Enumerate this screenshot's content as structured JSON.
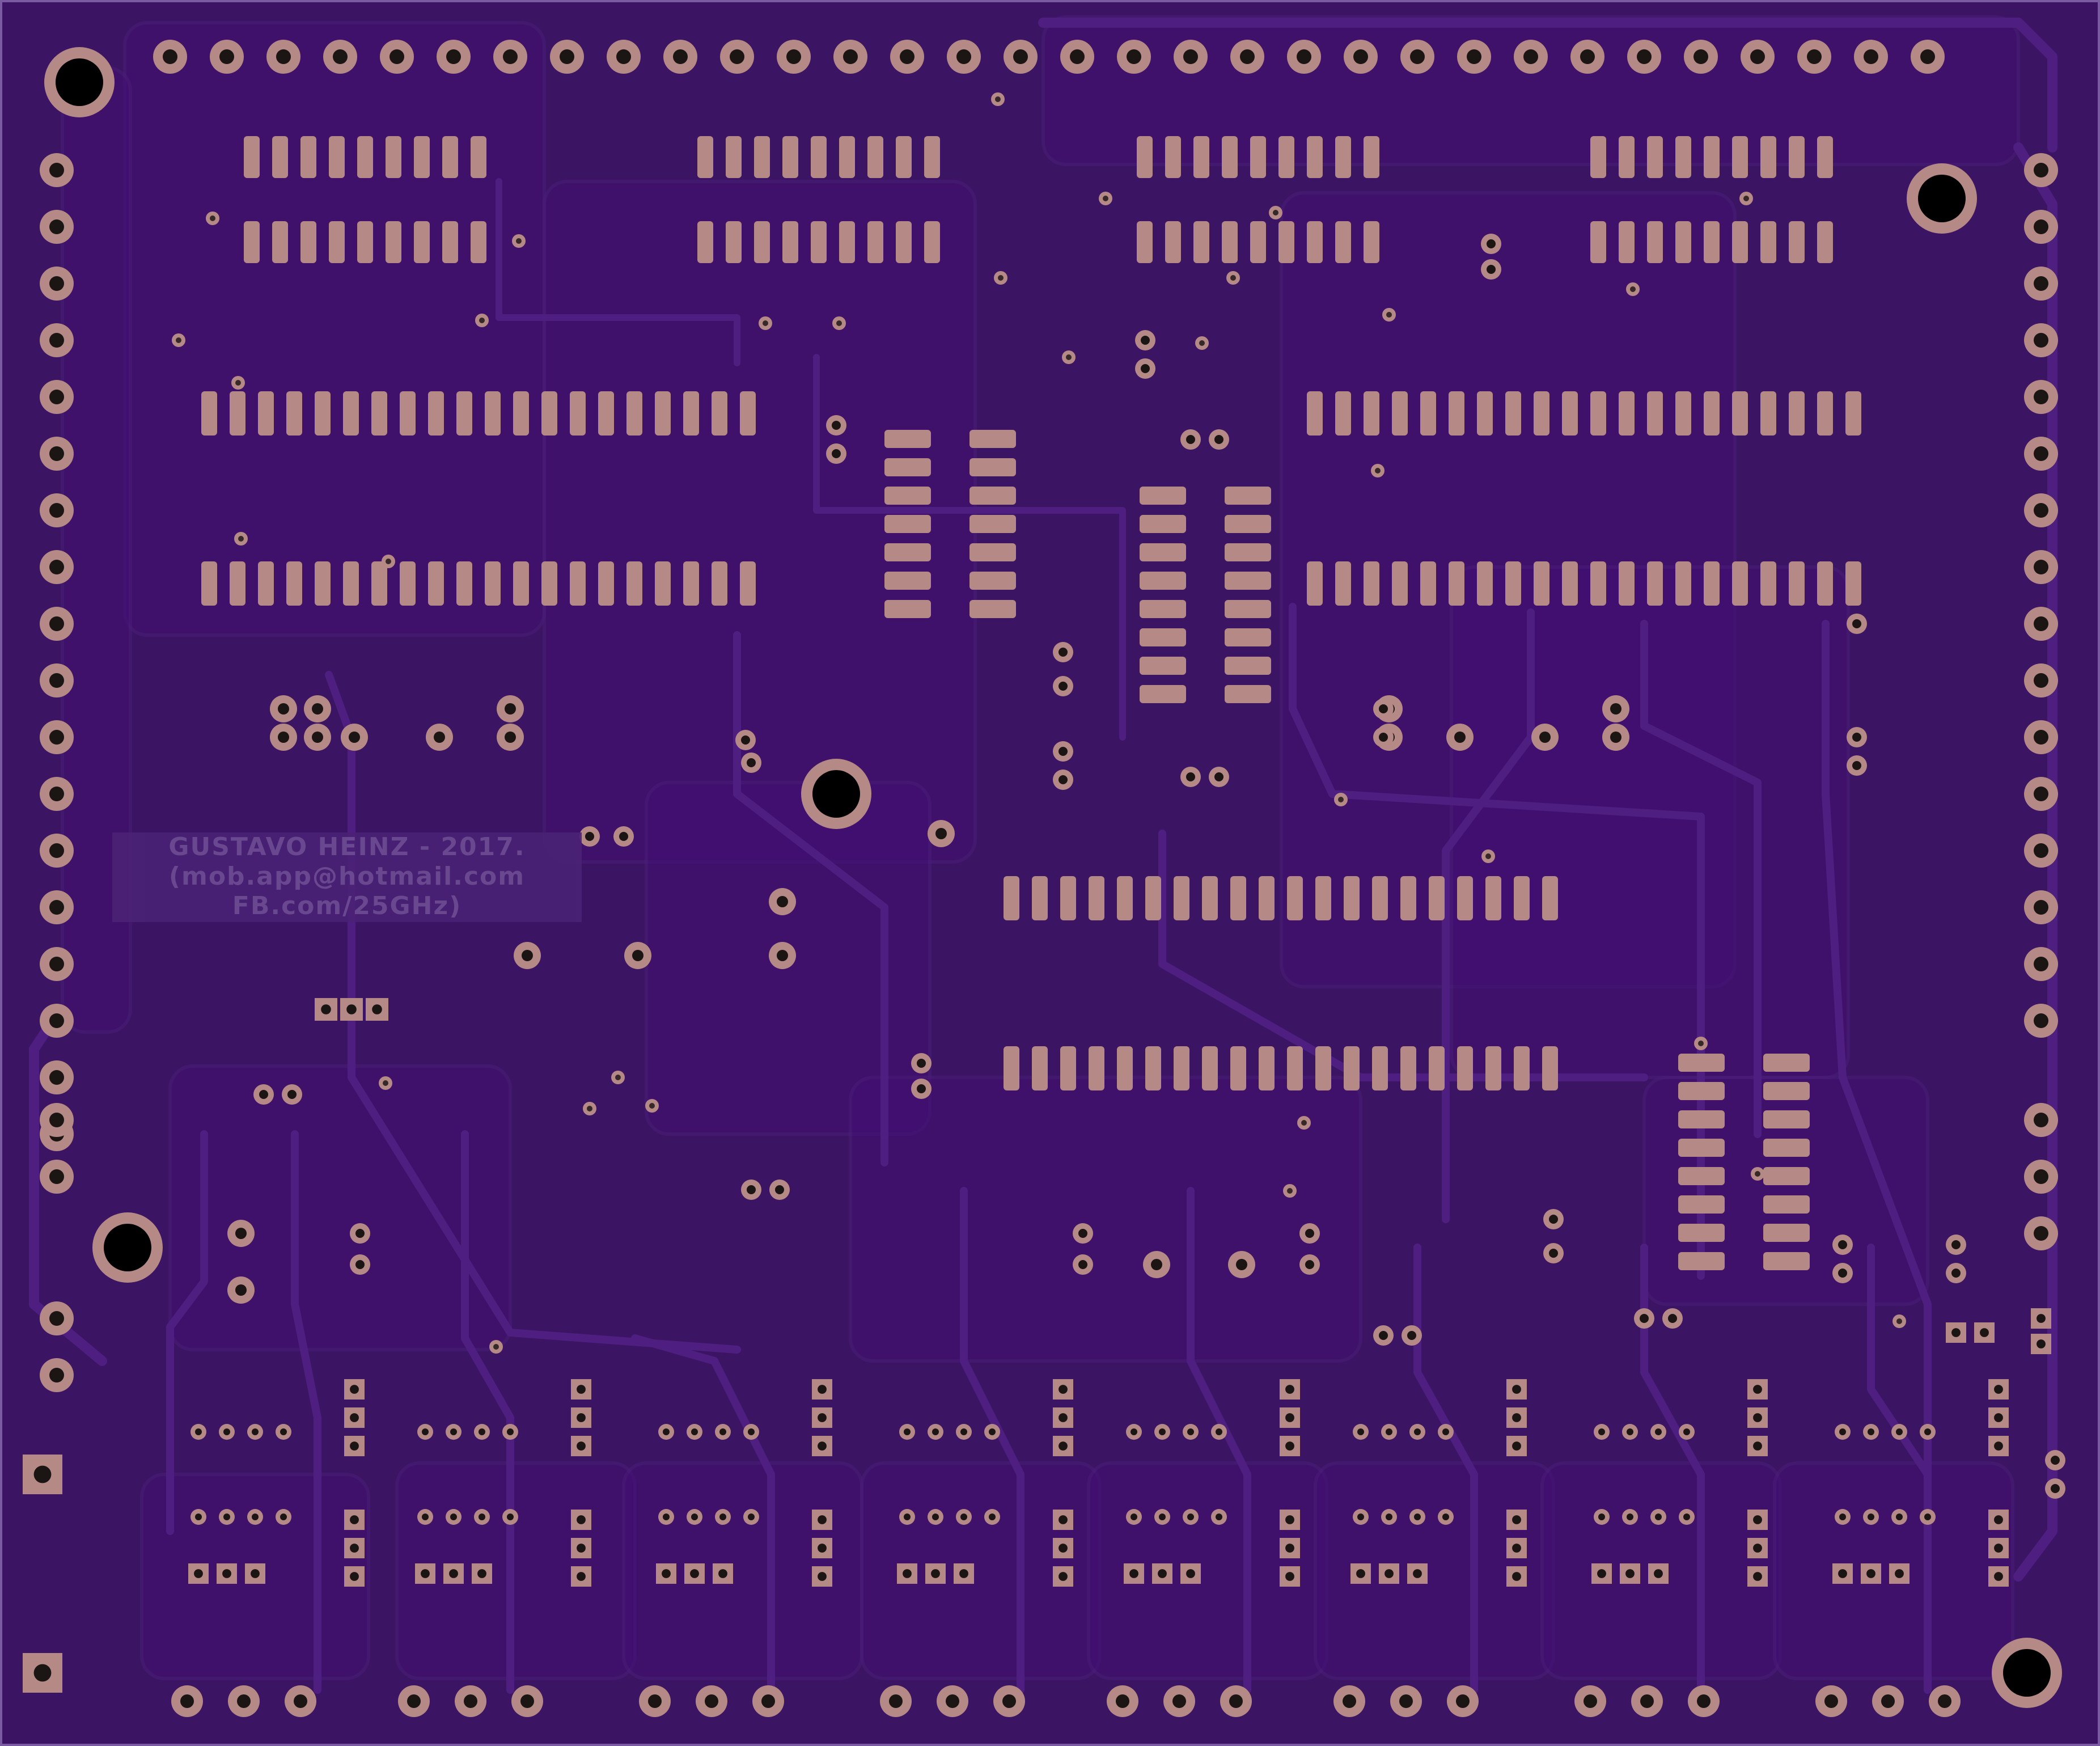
{
  "board": {
    "substrate_color": "#3b1463",
    "copper_color": "#430f73",
    "pad_color": "#b58a86",
    "drill_color": "#000000",
    "outline_color": "#7a5aa0"
  },
  "silkscreen": {
    "line1": "GUSTAVO HEINZ - 2017.",
    "line2": "(mob.app@hotmail.com",
    "line3": "FB.com/25GHz)"
  },
  "components": {
    "header_top_pin_count": 32,
    "header_left_pin_count": 18,
    "header_right_pin_count": 16,
    "ic_top_row_count": 4,
    "ic_top_row_pins_per_side": 9,
    "large_ic_pins_per_side": 20,
    "mounting_holes": 5,
    "relay_driver_channels": 8
  }
}
